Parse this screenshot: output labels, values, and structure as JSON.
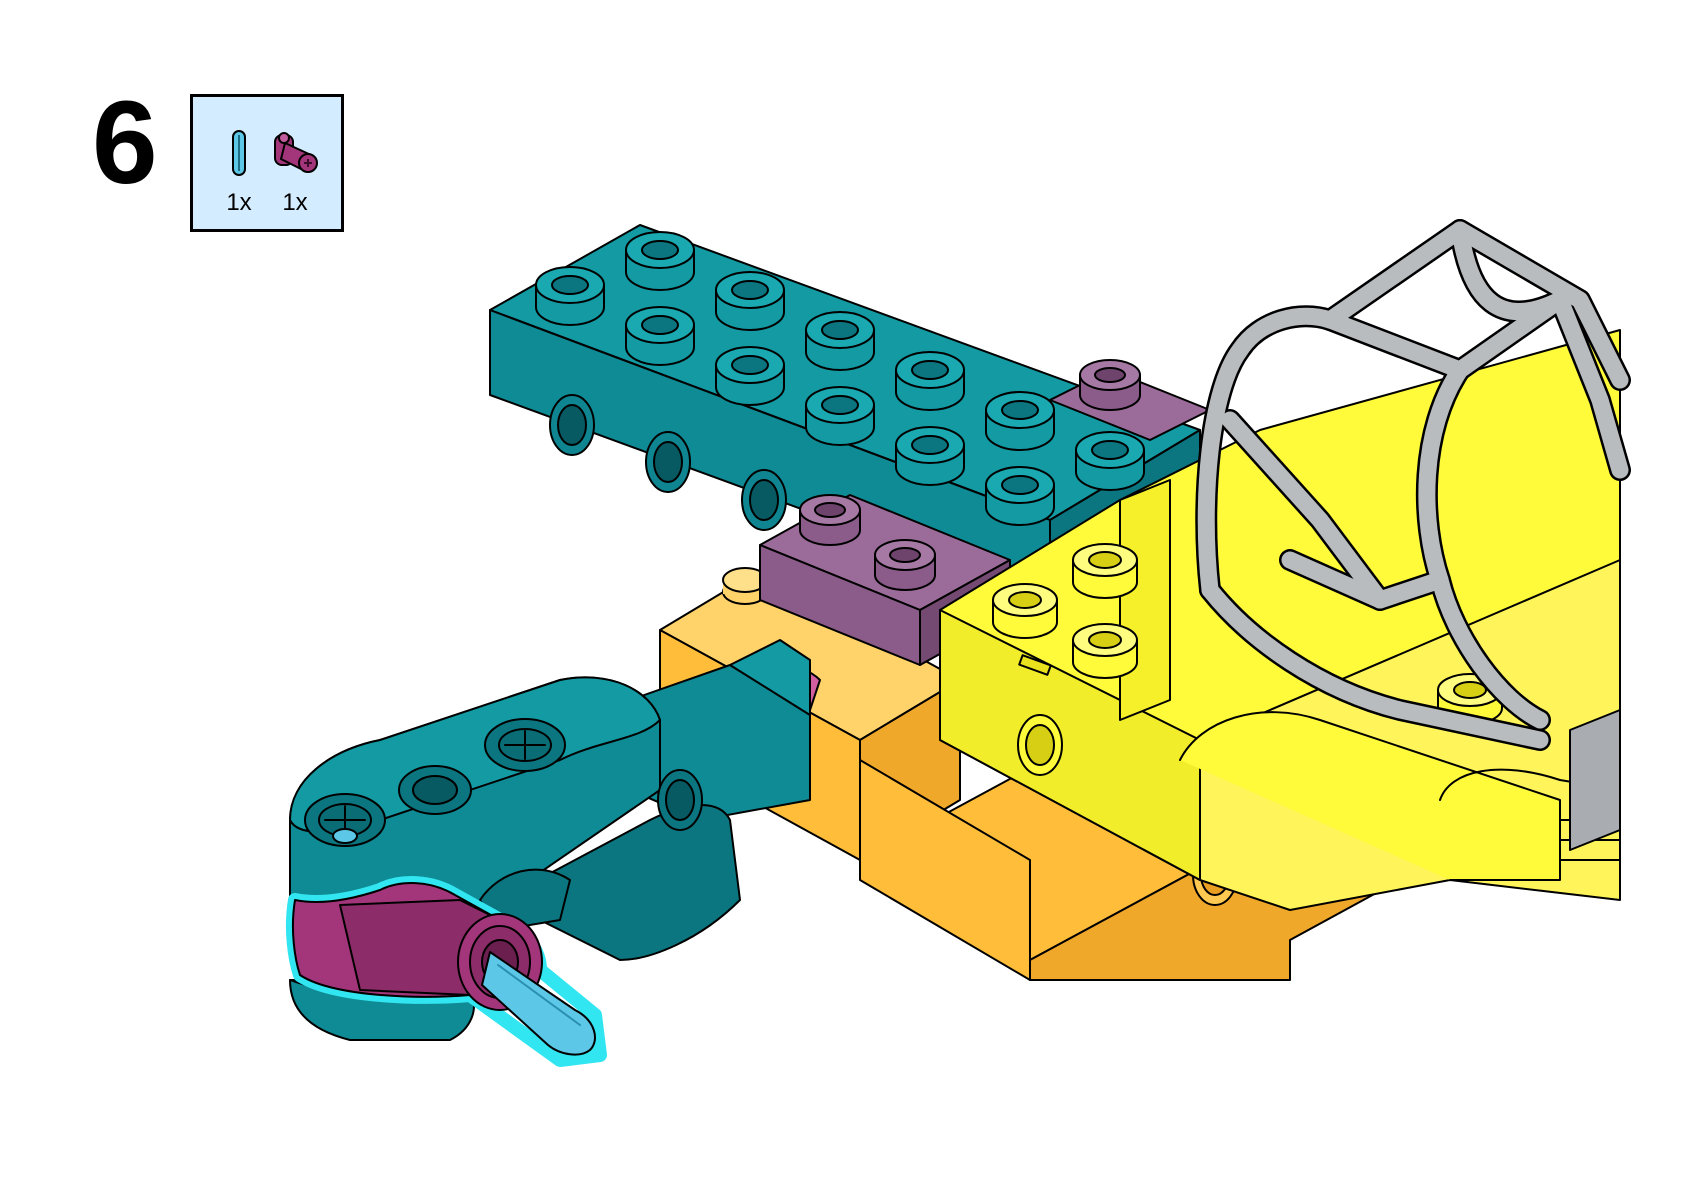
{
  "step": {
    "number": "6"
  },
  "parts": [
    {
      "icon": "light-blue-axle-pin-icon",
      "color": "#5cc7e6",
      "count": "1x"
    },
    {
      "icon": "magenta-axle-connector-icon",
      "color": "#a3367a",
      "count": "1x"
    }
  ],
  "colors": {
    "teal": "#0f8b95",
    "lavender": "#8b5b8a",
    "yellow": "#fffa3a",
    "orange": "#ffbd3a",
    "gray": "#b8bcbf",
    "magenta": "#a3367a",
    "light_blue": "#5cc7e6",
    "highlight": "#31e6f0",
    "parts_box": "#d4ecff"
  }
}
